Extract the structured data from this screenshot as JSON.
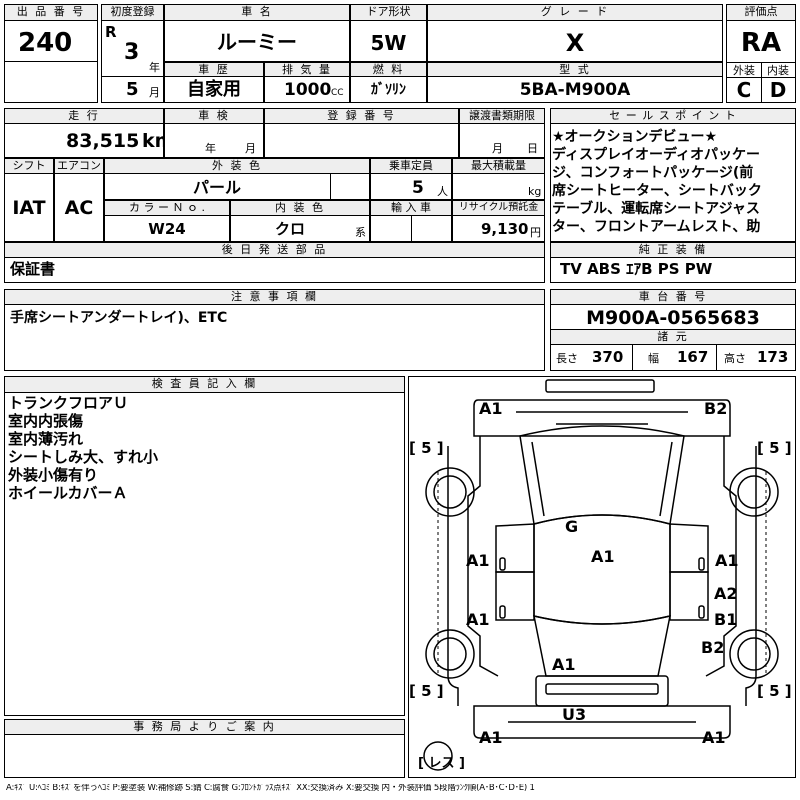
{
  "lot": {
    "label": "出 品 番 号",
    "value": "240"
  },
  "first_reg": {
    "label": "初度登録",
    "era": "R",
    "year": "3",
    "year_unit": "年",
    "month": "5",
    "month_unit": "月"
  },
  "model": {
    "label": "車 名",
    "value": "ルーミー"
  },
  "door": {
    "label": "ドア形状",
    "value": "5W"
  },
  "grade": {
    "label": "グ レ ー ド",
    "value": "X"
  },
  "rating": {
    "label": "評価点",
    "value": "RA",
    "ext_label": "外装",
    "int_label": "内装",
    "ext": "C",
    "int": "D"
  },
  "history": {
    "label": "車 歴",
    "value": "自家用"
  },
  "displacement": {
    "label": "排 気 量",
    "value": "1000",
    "unit": "CC"
  },
  "fuel": {
    "label": "燃 料",
    "value": "ｶﾞｿﾘﾝ"
  },
  "type": {
    "label": "型 式",
    "value": "5BA-M900A"
  },
  "mileage": {
    "label": "走 行",
    "value": "83,515",
    "unit": "km"
  },
  "inspection": {
    "label": "車 検",
    "year_unit": "年",
    "month_unit": "月"
  },
  "reg_no": {
    "label": "登 録 番 号"
  },
  "transfer": {
    "label": "譲渡書類期限",
    "month_unit": "月",
    "day_unit": "日"
  },
  "shift": {
    "label": "シフト",
    "value": "IAT"
  },
  "aircon": {
    "label": "エアコン",
    "value": "AC"
  },
  "ext_color": {
    "label": "外 装 色",
    "value": "パール"
  },
  "capacity": {
    "label": "乗車定員",
    "value": "5",
    "unit": "人"
  },
  "max_load": {
    "label": "最大積載量",
    "unit": "kg"
  },
  "color_no": {
    "label": "カ ラ ー Ｎ ｏ .",
    "value": "W24"
  },
  "int_color": {
    "label": "内 装 色",
    "value": "クロ",
    "unit": "系"
  },
  "import": {
    "label": "輸 入 車"
  },
  "recycle": {
    "label": "リサイクル預託金",
    "value": "9,130",
    "unit": "円"
  },
  "later_parts": {
    "label": "後 日 発 送 部 品",
    "value": "保証書"
  },
  "notes": {
    "label": "注 意 事 項 欄",
    "value": "手席シートアンダートレイ)、ETC"
  },
  "sales_points": {
    "label": "セ ー ル ス ポ イ ン ト",
    "lines": [
      "★オークションデビュー★",
      "ディスプレイオーディオパッケー",
      "ジ、コンフォートパッケージ(前",
      "席シートヒーター、シートバック",
      "テーブル、運転席シートアジャス",
      "ター、フロントアームレスト、助"
    ]
  },
  "equipment": {
    "label": "純 正 装 備",
    "value": "TV ABS ｴｱB PS PW"
  },
  "chassis": {
    "label": "車 台 番 号",
    "value": "M900A-0565683"
  },
  "specs": {
    "label": "諸 元",
    "length_label": "長さ",
    "length": "370",
    "width_label": "幅",
    "width": "167",
    "height_label": "高さ",
    "height": "173"
  },
  "inspector": {
    "label": "検 査 員 記 入 欄",
    "lines": [
      "トランクフロアＵ",
      "室内内張傷",
      "室内薄汚れ",
      "シートしみ大、すれ小",
      "外装小傷有り",
      "ホイールカバーＡ"
    ]
  },
  "office": {
    "label": "事 務 局 よ り ご 案 内"
  },
  "diagram": {
    "marks": {
      "a1_tl": "A1",
      "b2_tr": "B2",
      "g": "G",
      "a1_center": "A1",
      "a1_left_mid": "A1",
      "a1_right_mid": "A1",
      "a2": "A2",
      "b1": "B1",
      "a1_left_low": "A1",
      "b2_right_low": "B2",
      "a1_rear": "A1",
      "u3": "U3",
      "a1_bl": "A1",
      "a1_br": "A1"
    },
    "tires": {
      "fl": "[ 5 ]",
      "fr": "[ 5 ]",
      "rl": "[ 5 ]",
      "rr": "[ 5 ]"
    },
    "spare": "[ レス ]"
  },
  "legend": "A:ｷｽﾞ U:ﾍｺﾐ B:ｷｽﾞを伴うﾍｺﾐ P:要塗装 W:補修跡 S:錆 C:腐食 G:ﾌﾛﾝﾄｶﾞﾗｽ点ｷｽﾞ XX:交換済み X:要交換 内・外装評価 5段階ﾗﾝｸ順(A･B･C･D･E) 1"
}
